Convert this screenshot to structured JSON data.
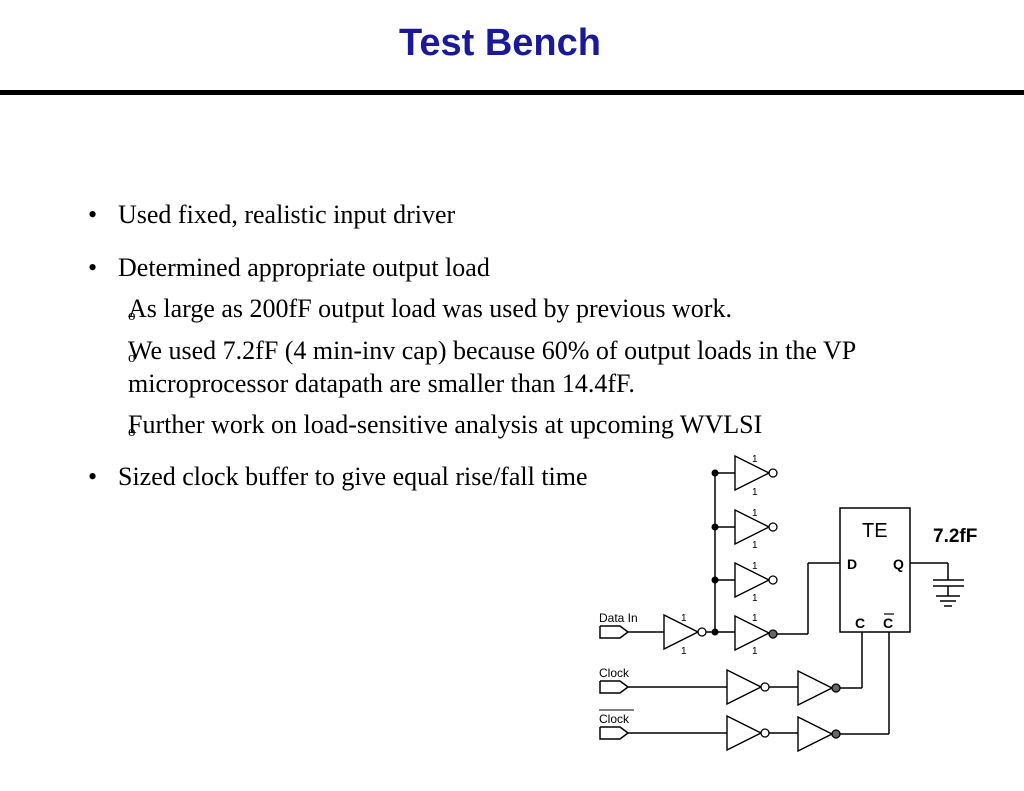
{
  "slide": {
    "title": "Test Bench",
    "bullets": [
      {
        "marker": "•",
        "text": "Used fixed, realistic input driver"
      },
      {
        "marker": "•",
        "text": "Determined appropriate output load",
        "sub": [
          {
            "marker": "o",
            "text": "As large as 200fF output load was used by previous work."
          },
          {
            "marker": "o",
            "text": "We used 7.2fF (4 min-inv cap) because 60% of output loads in the VP microprocessor datapath are smaller than 14.4fF."
          },
          {
            "marker": "o",
            "text": "Further work on load-sensitive analysis at upcoming WVLSI"
          }
        ]
      },
      {
        "marker": "•",
        "text": "Sized clock buffer to give equal rise/fall time"
      }
    ]
  },
  "schematic": {
    "ports": {
      "data_in": "Data In",
      "clock": "Clock",
      "clock_bar": "Clock"
    },
    "block": {
      "name": "TE",
      "pin_d": "D",
      "pin_q": "Q",
      "pin_c": "C",
      "pin_cbar": "C"
    },
    "load": "7.2fF",
    "size_labels": {
      "one": "1"
    }
  }
}
